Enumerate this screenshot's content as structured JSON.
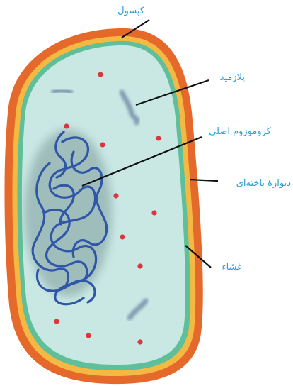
{
  "diagram": {
    "labels": {
      "capsule": "کپسول",
      "plasmid": "پلازمید",
      "chromosome": "کروموزوم اصلی",
      "cell_wall": "دیوارهٔ یاخته‌ای",
      "membrane": "غشاء"
    },
    "colors": {
      "capsule": "#e5692a",
      "cell_wall": "#f4b942",
      "membrane": "#5fbf9a",
      "cytoplasm": "#c9e8e4",
      "chromosome": "#2f56a8",
      "ribosome": "#d9363e",
      "label_text": "#2a9fd6",
      "leader_line": "#111111"
    }
  }
}
